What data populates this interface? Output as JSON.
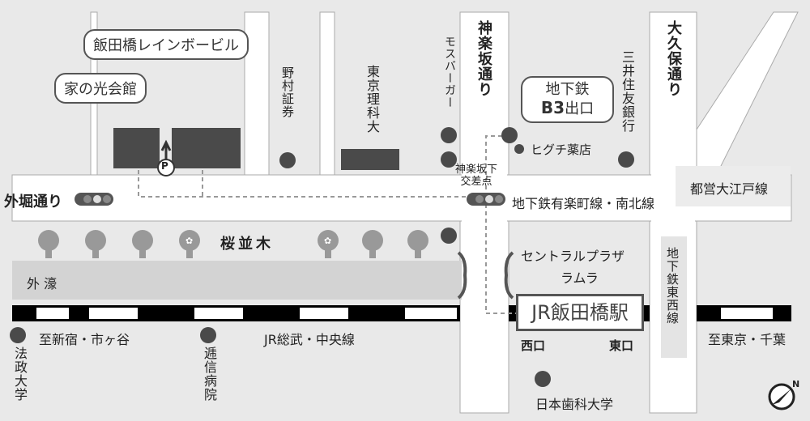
{
  "buildings": {
    "rainbow_bldg": "飯田橋レインボービル",
    "ienohikari": "家の光会館",
    "nomura": "野村証券",
    "tokyo_rika": "東京理科大",
    "mos": "モスバーガー",
    "higuchi": "ヒグチ薬店",
    "mitsui": "三井住友銀行",
    "central_plaza": "セントラルプラザ",
    "ramla": "ラムラ",
    "nihon_dental": "日本歯科大学",
    "hosei": "法政大学",
    "teishin": "逓信病院"
  },
  "exit_bubble": {
    "line1": "地下鉄",
    "line2_bold": "B3",
    "line2": "出口"
  },
  "parking": "P",
  "roads": {
    "sotobori": "外堀通り",
    "kagurazaka": "神楽坂通り",
    "okubo": "大久保通り",
    "sakura": "桜並木",
    "moat": "外 濠",
    "intersection": "神楽坂下\n交差点"
  },
  "lines": {
    "yurakucho": "地下鉄有楽町線・南北線",
    "oedo": "都営大江戸線",
    "tozai": "地下鉄東西線",
    "jr": "JR総武・中央線",
    "to_shinjuku": "至新宿・市ヶ谷",
    "to_tokyo": "至東京・千葉"
  },
  "station": {
    "name": "JR飯田橋駅",
    "west": "西口",
    "east": "東口"
  },
  "compass": "N"
}
